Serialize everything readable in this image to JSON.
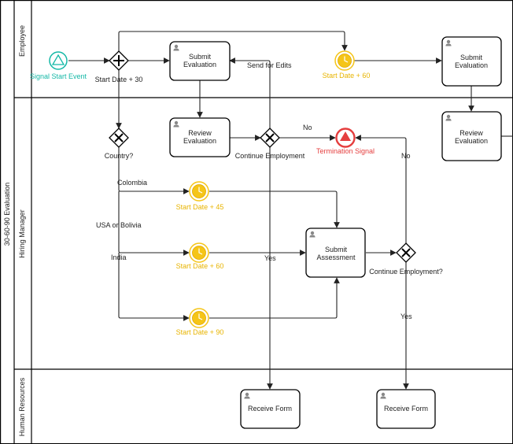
{
  "pool": {
    "title": "30-60-90 Evaluation"
  },
  "lanes": [
    {
      "name": "Employee"
    },
    {
      "name": "Hiring Manager"
    },
    {
      "name": "Human Resources"
    }
  ],
  "tasks": {
    "submit_eval_1": [
      "Submit",
      "Evaluation"
    ],
    "submit_eval_2": [
      "Submit",
      "Evaluation"
    ],
    "review_eval_1": [
      "Review",
      "Evaluation"
    ],
    "review_eval_2": [
      "Review",
      "Evaluation"
    ],
    "submit_assessment": [
      "Submit",
      "Assessment"
    ],
    "receive_form_1": [
      "Receive Form"
    ],
    "receive_form_2": [
      "Receive Form"
    ]
  },
  "events": {
    "signal_start": "Signal Start Event",
    "termination": "Termination Signal",
    "timer_60_top": "Start Date + 60",
    "timer_45": "Start Date + 45",
    "timer_60": "Start Date + 60",
    "timer_90": "Start Date + 90"
  },
  "gateways": {
    "start_date_30": "Start Date + 30",
    "country": "Country?",
    "continue_1": "Continue Employment",
    "continue_2": "Continue Employment?"
  },
  "flow_labels": {
    "send_for_edits": "Send for Edits",
    "no_1": "No",
    "no_2": "No",
    "yes_1": "Yes",
    "yes_2": "Yes",
    "colombia": "Colombia",
    "usa_bolivia": "USA or Bolivia",
    "india": "India"
  },
  "colors": {
    "signal_start": "#14b8a6",
    "timer": "#f5c518",
    "termination": "#e53e3e"
  }
}
